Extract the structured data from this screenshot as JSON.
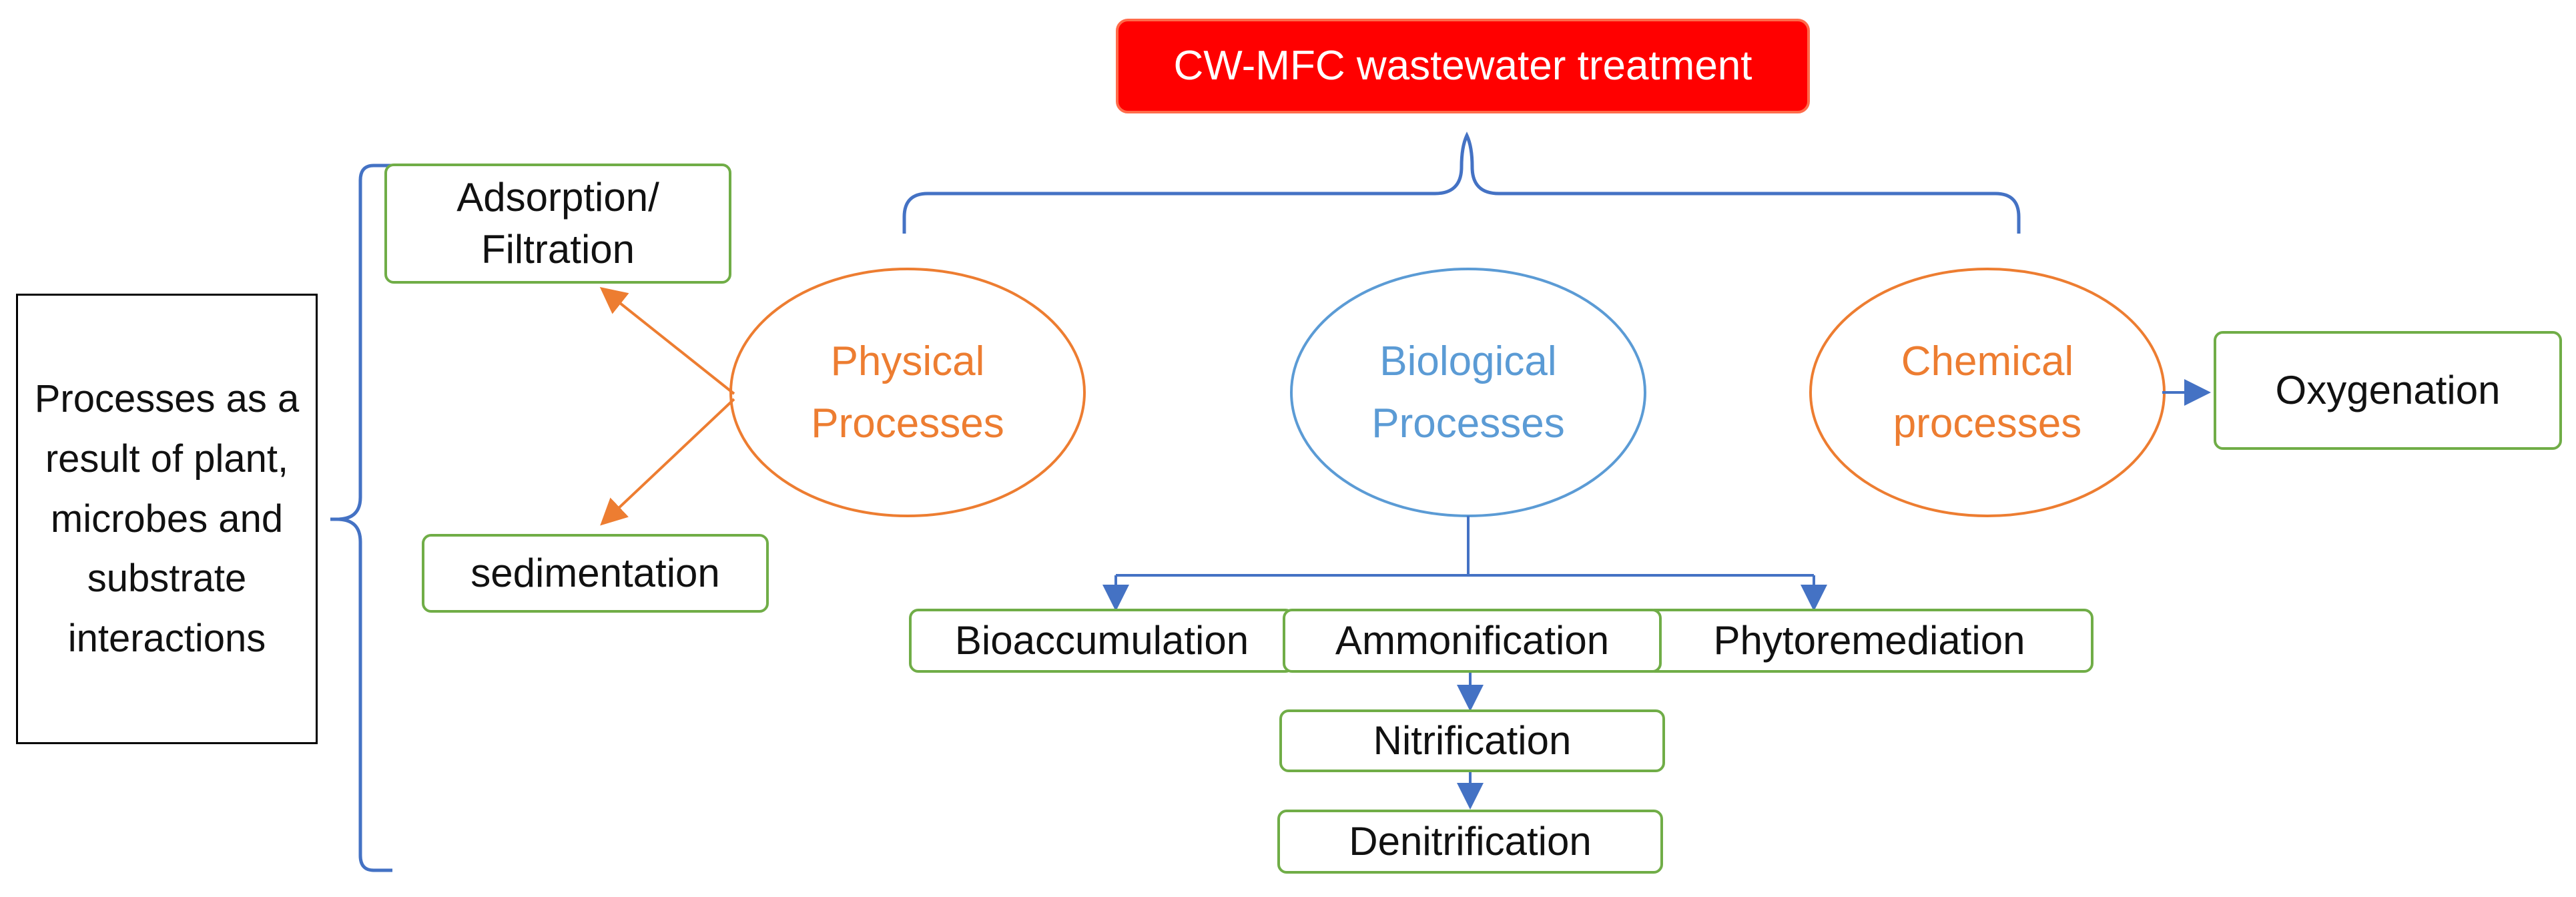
{
  "title": "CW-MFC wastewater treatment",
  "side_label": "Processes as a result of plant, microbes and substrate interactions",
  "categories": {
    "physical": "Physical Processes",
    "biological": "Biological Processes",
    "chemical": "Chemical processes"
  },
  "physical_outputs": {
    "adsorption": "Adsorption/ Filtration",
    "sedimentation": "sedimentation"
  },
  "chemical_outputs": {
    "oxygenation": "Oxygenation"
  },
  "biological_outputs": {
    "bioaccumulation": "Bioaccumulation",
    "ammonification": "Ammonification",
    "phytoremediation": "Phytoremediation",
    "nitrification": "Nitrification",
    "denitrification": "Denitrification"
  },
  "colors": {
    "title_fill": "#ff0000",
    "physical": "#ed7d31",
    "biological": "#5b9bd5",
    "chemical": "#ed7d31",
    "box_border": "#70ad47",
    "connector": "#4472c4"
  }
}
